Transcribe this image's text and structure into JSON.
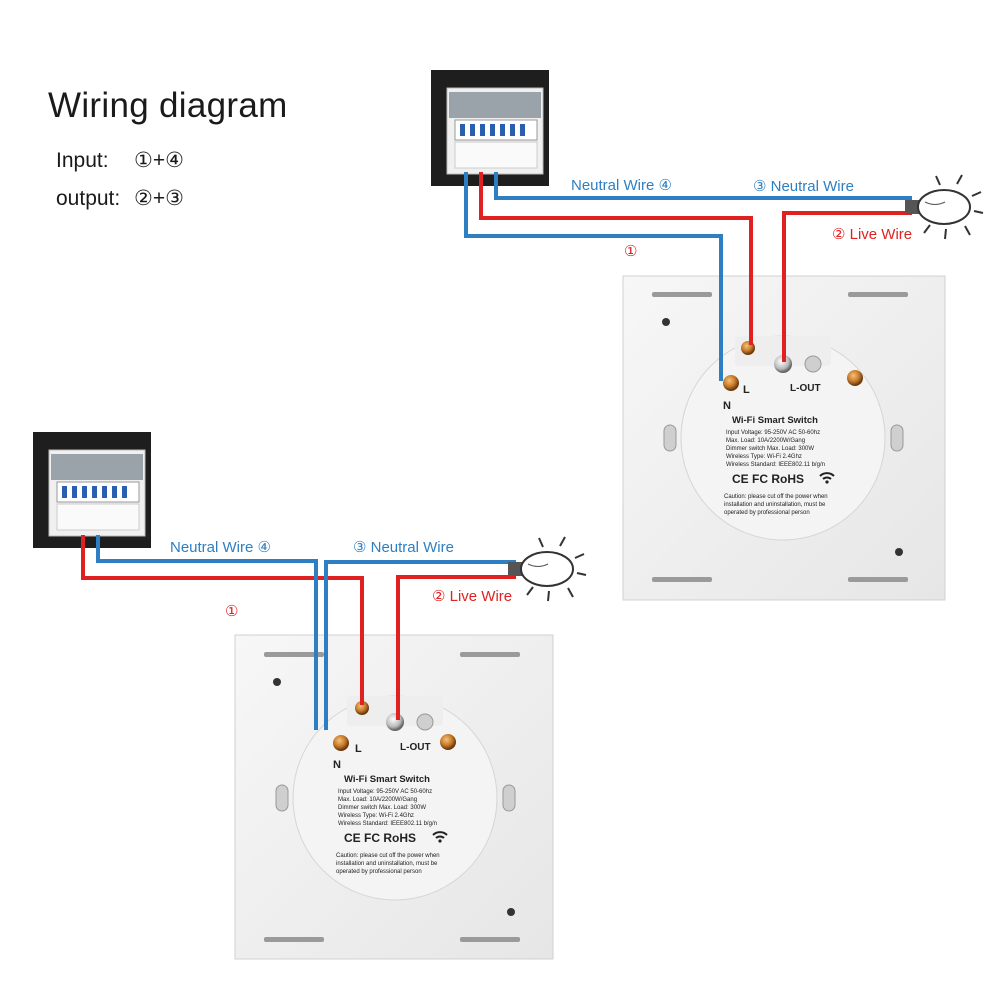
{
  "title": "Wiring diagram",
  "legend": {
    "input_label": "Input:",
    "input_value": "①+④",
    "output_label": "output:",
    "output_value": "②+③"
  },
  "colors": {
    "neutral_wire": "#2e7fc2",
    "live_wire": "#e02121",
    "panel_bg": "#1e1e1e",
    "switch_plate": "#f2f2f2"
  },
  "wire_labels": {
    "neutral_in": "Neutral Wire ④",
    "neutral_out": "③ Neutral Wire",
    "live_out": "② Live Wire",
    "live_in": "①"
  },
  "switch": {
    "terminal_n": "N",
    "terminal_l": "L",
    "terminal_lout": "L-OUT",
    "name": "Wi-Fi Smart Switch",
    "spec_lines": [
      "Input Voltage: 95-250V AC 50-60hz",
      "Max. Load: 10A/2200W/Gang",
      "Dimmer switch Max. Load: 300W",
      "Wireless Type: Wi-Fi 2.4Ghz",
      "Wireless Standard: IEEE802.11 b/g/n"
    ],
    "certs": "CE FC RoHS",
    "caution_lines": [
      "Caution: please cut off the power when",
      "installation and uninstallation, must be",
      "operated by professional person"
    ]
  },
  "icons": [
    "breaker-panel-icon",
    "light-bulb-icon",
    "wifi-icon"
  ]
}
